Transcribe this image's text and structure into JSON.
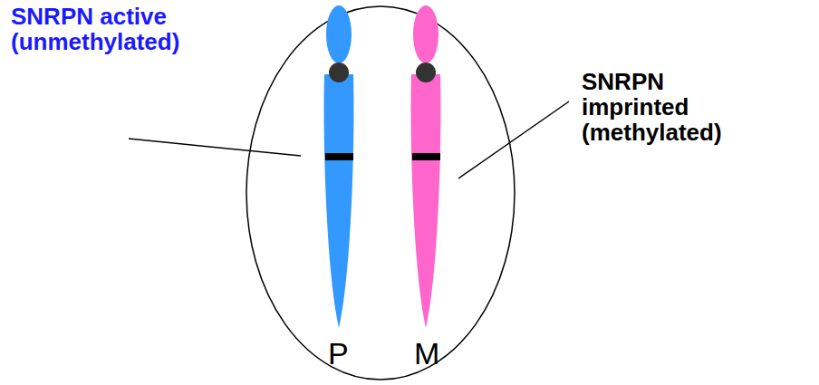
{
  "diagram": {
    "labels": [
      "SNRPN active (unmethylated)",
      "SNRPN imprinted (methylated)",
      "P",
      "M"
    ]
  }
}
